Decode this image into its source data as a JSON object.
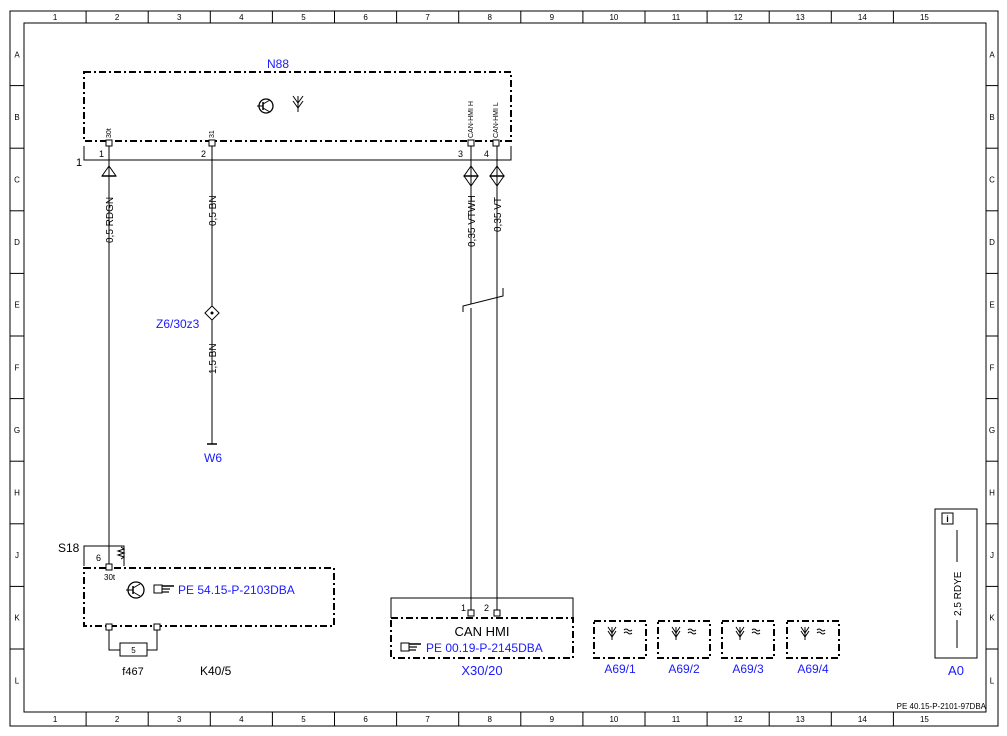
{
  "frame": {
    "columns": [
      "1",
      "2",
      "3",
      "4",
      "5",
      "6",
      "7",
      "8",
      "9",
      "10",
      "11",
      "12",
      "13",
      "14",
      "15"
    ],
    "rows": [
      "A",
      "B",
      "C",
      "D",
      "E",
      "F",
      "G",
      "H",
      "J",
      "K",
      "L"
    ],
    "document_number": "PE 40.15-P-2101-97DBA"
  },
  "module_n88": {
    "label": "N88",
    "pins": [
      {
        "name": "30t",
        "num": "1"
      },
      {
        "name": "31",
        "num": "2"
      },
      {
        "name": "CAN-HMI H",
        "num": "3"
      },
      {
        "name": "CAN-HMI L",
        "num": "4"
      }
    ],
    "connector_number": "1"
  },
  "wires": {
    "w1": "0,5 RDGN",
    "w2": "0,5 BN",
    "w3": "0,35 VTWH",
    "w4": "0,35 VT",
    "w5": "1,5 BN"
  },
  "splice": {
    "label": "Z6/30z3"
  },
  "ground": {
    "label": "W6"
  },
  "k40": {
    "connector": "S18",
    "pin_num": "6",
    "pin_name": "30t",
    "ref": "PE 54.15-P-2103DBA",
    "fuse_num": "5",
    "fuse_label": "f467",
    "label": "K40/5"
  },
  "can_hmi": {
    "title": "CAN HMI",
    "ref": "PE 00.19-P-2145DBA",
    "label": "X30/20",
    "pins": [
      "1",
      "2"
    ]
  },
  "antennas": [
    "A69/1",
    "A69/2",
    "A69/3",
    "A69/4"
  ],
  "legend": {
    "wire": "2,5 RDYE",
    "label": "A0"
  }
}
